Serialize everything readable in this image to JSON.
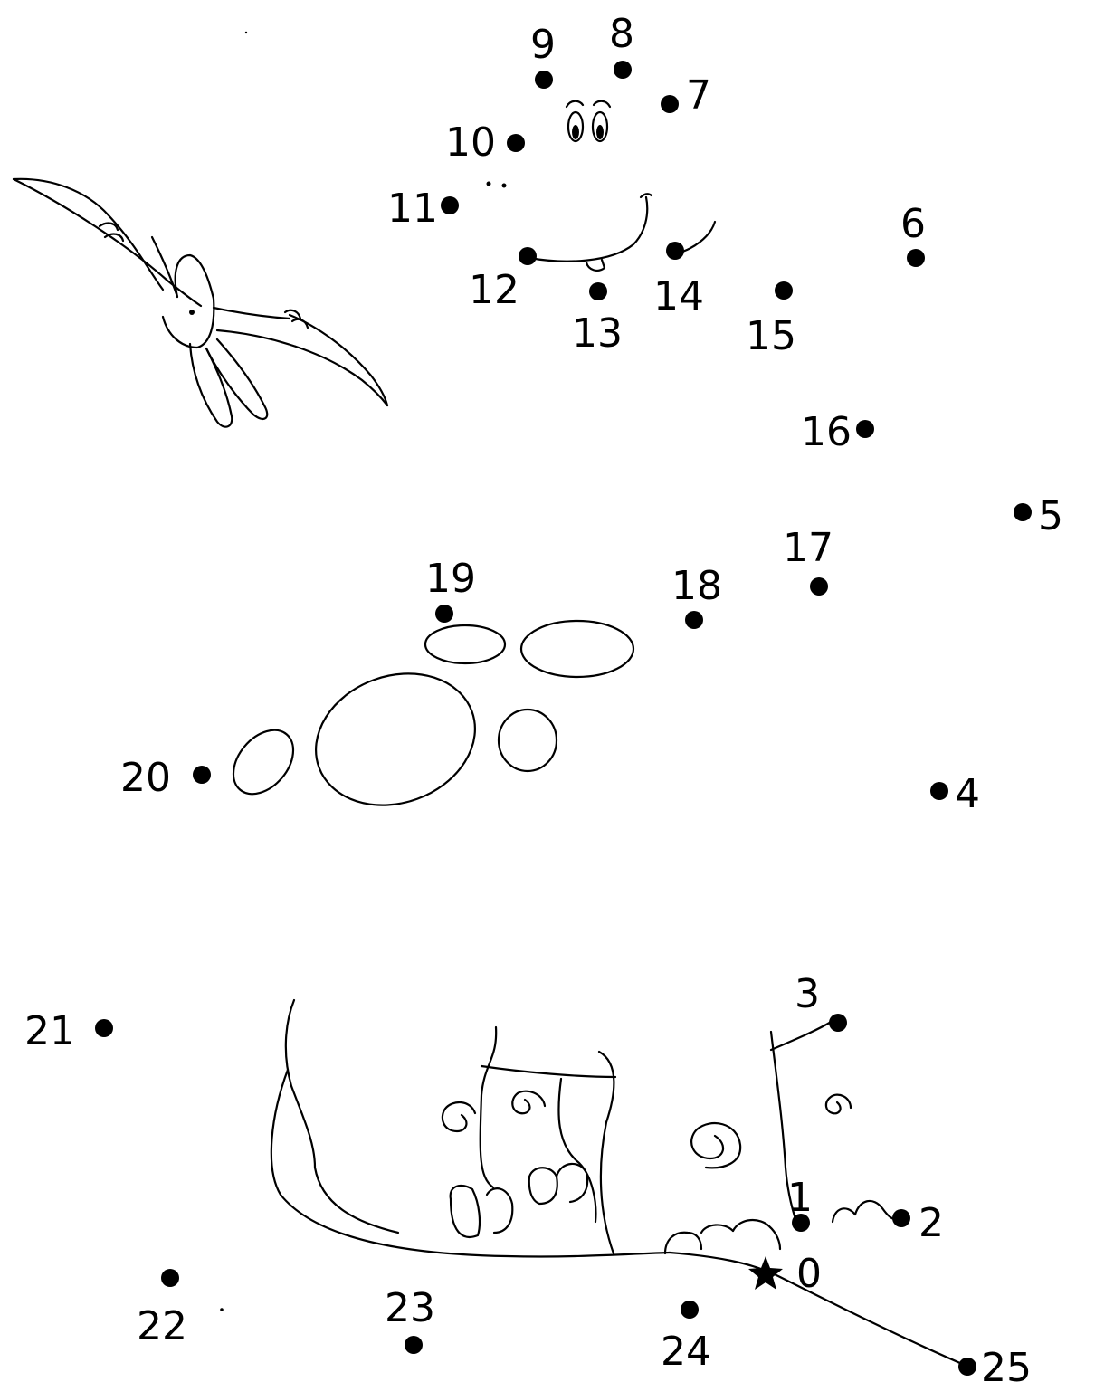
{
  "start_marker": "star-icon",
  "points": [
    {
      "label": "0"
    },
    {
      "label": "1"
    },
    {
      "label": "2"
    },
    {
      "label": "3"
    },
    {
      "label": "4"
    },
    {
      "label": "5"
    },
    {
      "label": "6"
    },
    {
      "label": "7"
    },
    {
      "label": "8"
    },
    {
      "label": "9"
    },
    {
      "label": "10"
    },
    {
      "label": "11"
    },
    {
      "label": "12"
    },
    {
      "label": "13"
    },
    {
      "label": "14"
    },
    {
      "label": "15"
    },
    {
      "label": "16"
    },
    {
      "label": "17"
    },
    {
      "label": "18"
    },
    {
      "label": "19"
    },
    {
      "label": "20"
    },
    {
      "label": "21"
    },
    {
      "label": "22"
    },
    {
      "label": "23"
    },
    {
      "label": "24"
    },
    {
      "label": "25"
    }
  ]
}
